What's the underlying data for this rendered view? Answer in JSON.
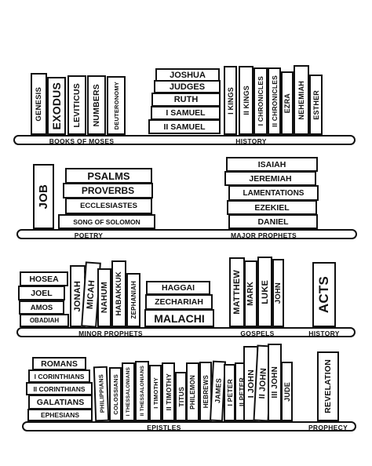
{
  "shelves": {
    "shelf1": {
      "label_left": "BOOKS OF MOSES",
      "label_right": "HISTORY"
    },
    "shelf2": {
      "label_left": "POETRY",
      "label_right": "MAJOR PROPHETS"
    },
    "shelf3": {
      "label_left": "MINOR PROPHETS",
      "label_mid": "GOSPELS",
      "label_right": "HISTORY"
    },
    "shelf4": {
      "label_left": "EPISTLES",
      "label_right": "PROPHECY"
    }
  },
  "books": {
    "genesis": "GENESIS",
    "exodus": "EXODUS",
    "leviticus": "LEVITICUS",
    "numbers": "NUMBERS",
    "deuteronomy": "DEUTERONOMY",
    "joshua": "JOSHUA",
    "judges": "JUDGES",
    "ruth": "RUTH",
    "samuel1": "I SAMUEL",
    "samuel2": "II SAMUEL",
    "kings1": "I KINGS",
    "kings2": "II KINGS",
    "chronicles1": "I CHRONICLES",
    "chronicles2": "II CHRONICLES",
    "ezra": "EZRA",
    "nehemiah": "NEHEMIAH",
    "esther": "ESTHER",
    "job": "JOB",
    "psalms": "PSALMS",
    "proverbs": "PROVERBS",
    "ecclesiastes": "ECCLESIASTES",
    "song": "SONG OF SOLOMON",
    "isaiah": "ISAIAH",
    "jeremiah": "JEREMIAH",
    "lamentations": "LAMENTATIONS",
    "ezekiel": "EZEKIEL",
    "daniel": "DANIEL",
    "hosea": "HOSEA",
    "joel": "JOEL",
    "amos": "AMOS",
    "obadiah": "OBADIAH",
    "jonah": "JONAH",
    "micah": "MICAH",
    "nahum": "NAHUM",
    "habakkuk": "HABAKKUK",
    "zephaniah": "ZEPHANIAH",
    "haggai": "HAGGAI",
    "zechariah": "ZECHARIAH",
    "malachi": "MALACHI",
    "matthew": "MATTHEW",
    "mark": "MARK",
    "luke": "LUKE",
    "john": "JOHN",
    "acts": "ACTS",
    "romans": "ROMANS",
    "corinthians1": "I CORINTHIANS",
    "corinthians2": "II CORINTHIANS",
    "galatians": "GALATIANS",
    "ephesians": "EPHESIANS",
    "philippians": "PHILIPPIANS",
    "colossians": "COLOSSIANS",
    "thessalonians1": "I THESSALONIANS",
    "thessalonians2": "II THESSALONIANS",
    "timothy1": "I TIMOTHY",
    "timothy2": "II TIMOTHY",
    "titus": "TITUS",
    "philemon": "PHILEMON",
    "hebrews": "HEBREWS",
    "james": "JAMES",
    "peter1": "I PETER",
    "peter2": "II PETER",
    "john1": "I JOHN",
    "john2": "II JOHN",
    "john3": "III JOHN",
    "jude": "JUDE",
    "revelation": "REVELATION"
  }
}
